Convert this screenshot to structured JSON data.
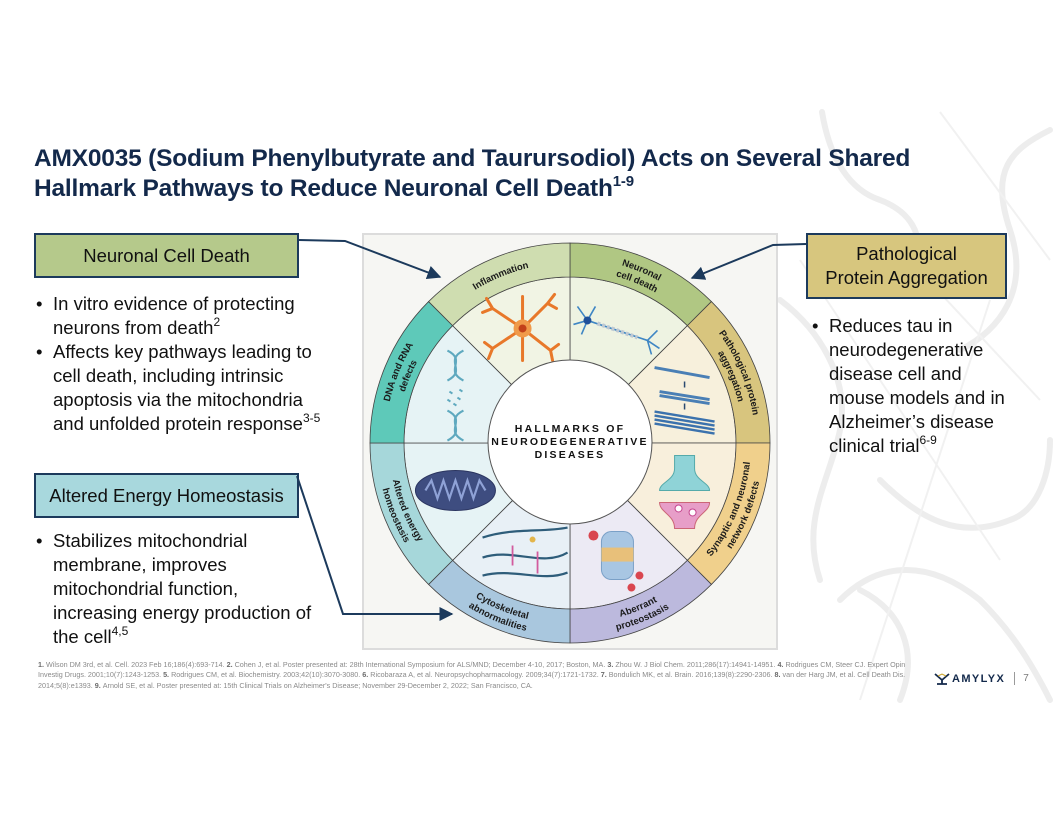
{
  "slide": {
    "title_line1": "AMX0035 (Sodium Phenylbutyrate and Taurursodiol) Acts on Several Shared",
    "title_line2": "Hallmark Pathways to Reduce Neuronal Cell Death",
    "title_sup": "1-9"
  },
  "left_panel": {
    "neuronal_cell_death": {
      "heading": "Neuronal Cell Death",
      "color": "#b5c98b",
      "bullets": [
        {
          "text": "In vitro evidence of protecting neurons from death",
          "sup": "2"
        },
        {
          "text": "Affects key pathways leading to cell death, including intrinsic apoptosis via the mitochondria and unfolded protein response",
          "sup": "3-5"
        }
      ]
    },
    "altered_energy": {
      "heading": "Altered Energy Homeostasis",
      "color": "#a8d8dd",
      "bullets": [
        {
          "text": "Stabilizes mitochondrial membrane, improves mitochondrial function, increasing energy production of the cell",
          "sup": "4,5"
        }
      ]
    }
  },
  "right_panel": {
    "pathological_protein": {
      "heading_line1": "Pathological",
      "heading_line2": "Protein Aggregation",
      "color": "#d7c67e",
      "bullets": [
        {
          "text": "Reduces tau in neurodegenerative disease cell and mouse models and in Alzheimer’s disease clinical trial",
          "sup": "6-9"
        }
      ]
    }
  },
  "diagram": {
    "center_line1": "HALLMARKS OF",
    "center_line2": "NEURODEGENERATIVE",
    "center_line3": "DISEASES",
    "segments": [
      {
        "label": "Neuronal cell death",
        "ring_color": "#b0c783",
        "fill_color": "#eef3e2",
        "icon": "neuron-icon"
      },
      {
        "label": "Pathological protein aggregation",
        "ring_color": "#d8c57e",
        "fill_color": "#f7f0dc",
        "icon": "protein-aggregation-icon"
      },
      {
        "label": "Synaptic and neuronal network defects",
        "ring_color": "#f0d08c",
        "fill_color": "#f8efdc",
        "icon": "synapse-icon"
      },
      {
        "label": "Aberrant proteostasis",
        "ring_color": "#bcb9dd",
        "fill_color": "#eceaf4",
        "icon": "proteasome-icon"
      },
      {
        "label": "Cytoskeletal abnormalities",
        "ring_color": "#a9c7de",
        "fill_color": "#e8f0f6",
        "icon": "cytoskeleton-icon"
      },
      {
        "label": "Altered energy homeostasis",
        "ring_color": "#a6d7da",
        "fill_color": "#e6f3f5",
        "icon": "mitochondrion-icon"
      },
      {
        "label": "DNA and RNA defects",
        "ring_color": "#5ec9b9",
        "fill_color": "#e6f3f5",
        "icon": "dna-icon"
      },
      {
        "label": "Inflammation",
        "ring_color": "#cfddb0",
        "fill_color": "#f1f4e4",
        "icon": "microglia-icon"
      }
    ]
  },
  "footnotes": [
    {
      "num": "1.",
      "text": "Wilson DM 3rd, et al. Cell. 2023 Feb 16;186(4):693-714."
    },
    {
      "num": "2.",
      "text": "Cohen J, et al. Poster presented at: 28th International Symposium for ALS/MND; December 4-10, 2017; Boston, MA."
    },
    {
      "num": "3.",
      "text": "Zhou W. J Biol Chem. 2011;286(17):14941-14951."
    },
    {
      "num": "4.",
      "text": "Rodrigues CM, Steer CJ. Expert Opin Investig Drugs. 2001;10(7):1243-1253."
    },
    {
      "num": "5.",
      "text": "Rodrigues CM, et al. Biochemistry. 2003;42(10):3070-3080."
    },
    {
      "num": "6.",
      "text": "Ricobaraza A, et al. Neuropsychopharmacology. 2009;34(7):1721-1732."
    },
    {
      "num": "7.",
      "text": "Bondulich MK, et al. Brain. 2016;139(8):2290-2306."
    },
    {
      "num": "8.",
      "text": "van der Harg JM, et al. Cell Death Dis. 2014;5(8):e1393."
    },
    {
      "num": "9.",
      "text": "Arnold SE, et al. Poster presented at: 15th Clinical Trials on Alzheimer's Disease; November 29-December 2, 2022; San Francisco, CA."
    }
  ],
  "footer": {
    "logo_text": "AMYLYX",
    "page_number": "7"
  },
  "colors": {
    "title": "#13294b",
    "connector": "#1c3a5c"
  }
}
